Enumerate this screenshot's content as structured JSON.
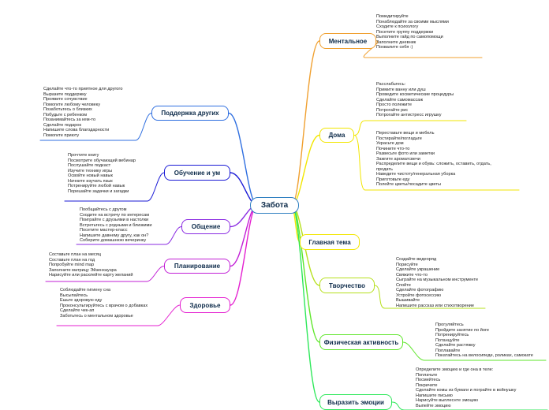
{
  "center": {
    "label": "Забота",
    "color": "#2f7fc1"
  },
  "branches": [
    {
      "id": "mental",
      "label": "Ментальное",
      "color": "#f0a030",
      "items": [
        "Помедитируйте",
        "Понаблюдайте за своими мыслями",
        "Сходите к психологу",
        "Посетите группу поддержки",
        "Выполните гайд по самопомощи",
        "Заполните дневник",
        "Похвалите себя :)"
      ]
    },
    {
      "id": "home",
      "label": "Дома",
      "color": "#f2e600",
      "items": [
        "Расслабьтесь:",
        "Примите ванну или душ",
        "Проведите косметические процедуры",
        "Сделайте самомассаж",
        "Просто полежите",
        "Потрогайте рис",
        "Потрогайте антистресс игрушку"
      ],
      "items2": [
        "Переставьте вещи и мебель",
        "Постирайте/погладьте",
        "Украсьте дом",
        "Почините что-то",
        "Развесьте фото или заметки",
        "Зажгите ароматсвечи",
        "Распределите вещи и обувь: сложить, оставить, отдать,",
        "продать",
        "Наведите чистоту/генеральная уборка",
        "Приготовьте еду",
        "Полейте цветы/посадите цветы"
      ]
    },
    {
      "id": "main-topic",
      "label": "Главная тема",
      "color": "#f2e600",
      "items": []
    },
    {
      "id": "creativity",
      "label": "Творчество",
      "color": "#b6e01c",
      "items": [
        "Создайте видеоряд",
        "Порисуйте",
        "Сделайте украшение",
        "Свяжите что-то",
        "Сыграйте на музыкальном инструменте",
        "Спойте",
        "Сделайте фотографию",
        "Устройте фотосессию",
        "Вышивайте",
        "Напишите рассказ или стихотворение"
      ]
    },
    {
      "id": "physical",
      "label": "Физическая активность",
      "color": "#5ee62a",
      "items": [
        "Прогуляйтесь",
        "Пройдите занятие по йоге",
        "Потренируйтесь",
        "Потанцуйте",
        "Сделайте растяжку",
        "Поплавайте",
        "Покатайтесь на велосипеде, роликах, самокате"
      ]
    },
    {
      "id": "express",
      "label": "Выразить эмоции",
      "color": "#2ee85a",
      "items": [
        "Определите эмоцию и где она в теле:",
        "Поплачьте",
        "Посмейтесь",
        "Покричите",
        "Сделайте комы из бумаги и пограйте в войнушку",
        "Напишите письмо",
        "Нарисуйте выплеснте эмоцию",
        "Выпейте эмоцию"
      ]
    },
    {
      "id": "support",
      "label": "Поддержка других",
      "color": "#2f6fe0",
      "items": [
        "Сделайте что-то приятное для другого",
        "Выразите поддержку",
        "Проявите сочувствие",
        "Помогите любому человеку",
        "Позаботьтесь о близких",
        "Побудьте с ребенком",
        "Позанимайтесь за кем-то",
        "Сделайте подарок",
        "Напишите слова благодарности",
        "Помогите приюту"
      ]
    },
    {
      "id": "learning",
      "label": "Обучение и ум",
      "color": "#1a1ad6",
      "items": [
        "Прочтите книгу",
        "Посмотрите обучающий вебинар",
        "Послушайте подкаст",
        "Изучите технику игры",
        "Освойте новый навык",
        "Начните изучать язык",
        "Потренируйте любой навык",
        "Порешайте задачки и загадки"
      ]
    },
    {
      "id": "communication",
      "label": "Общение",
      "color": "#8a2be2",
      "items": [
        "Пообщайтесь с другом",
        "Сходите на встречу по интересам",
        "Поиграйте с друзьями в настолки",
        "Встретьтесь с родными и близкими",
        "Посетите мастер-класс",
        "Напишите давнему другу, как он?",
        "Соберите домашнюю вечеринку"
      ]
    },
    {
      "id": "planning",
      "label": "Планирование",
      "color": "#c21fd6",
      "items": [
        "Составьте план на месяц",
        "Составьте план на год",
        "Попробуйте mind map",
        "Заполните матрицу Эйзенхауэра",
        "Нарисуйте или расклейте карту желаний"
      ]
    },
    {
      "id": "health",
      "label": "Здоровье",
      "color": "#e41fd0",
      "items": [
        "Соблюдайте гигиену сна",
        "Высыпайтесь",
        "Ешьте здоровую еду",
        "Проконсультируйтесь с врачом о добавках",
        "Сделайте чек-ап",
        "Заботьтесь о ментальном здоровье"
      ]
    }
  ]
}
